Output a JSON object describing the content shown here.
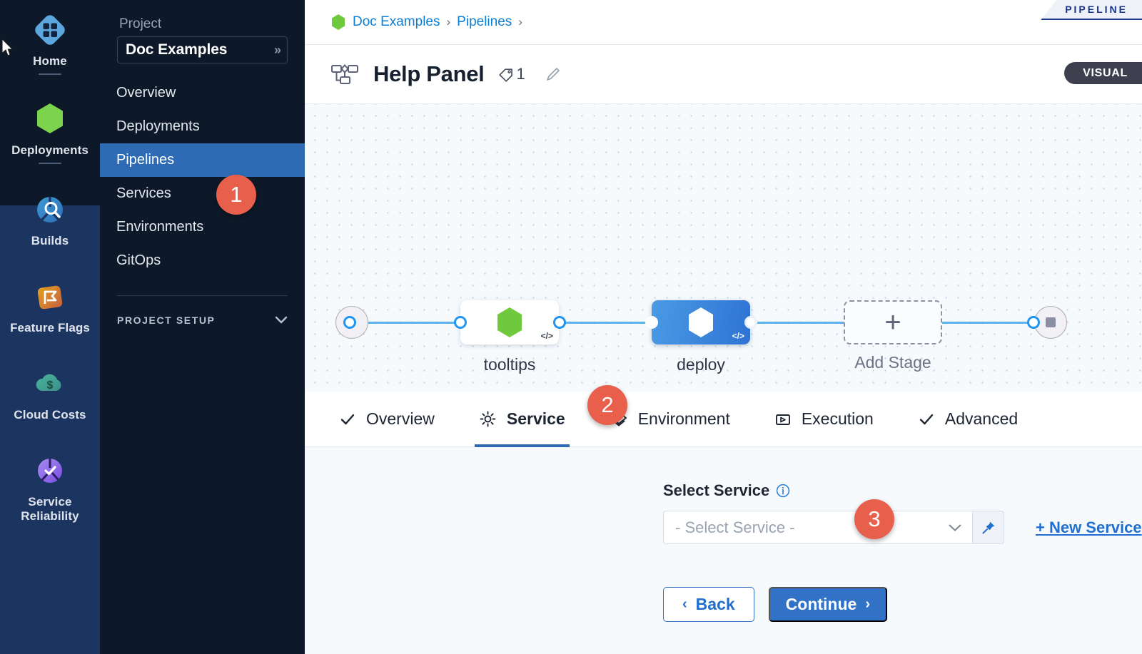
{
  "rail": {
    "items": [
      {
        "label": "Home",
        "icon": "home-diamond-icon",
        "underline": true
      },
      {
        "label": "Deployments",
        "icon": "deployments-hexagon-icon",
        "underline": true
      },
      {
        "label": "Builds",
        "icon": "builds-icon",
        "underline": false
      },
      {
        "label": "Feature Flags",
        "icon": "feature-flags-icon",
        "underline": false
      },
      {
        "label": "Cloud Costs",
        "icon": "cloud-costs-icon",
        "underline": false
      },
      {
        "label": "Service Reliability",
        "icon": "service-reliability-icon",
        "underline": false
      }
    ]
  },
  "project_nav": {
    "caption": "Project",
    "selected_project": "Doc Examples",
    "expand_icon": "»",
    "items": [
      {
        "label": "Overview",
        "active": false
      },
      {
        "label": "Deployments",
        "active": false
      },
      {
        "label": "Pipelines",
        "active": true
      },
      {
        "label": "Services",
        "active": false
      },
      {
        "label": "Environments",
        "active": false
      },
      {
        "label": "GitOps",
        "active": false
      }
    ],
    "setup_label": "PROJECT SETUP",
    "setup_chevron": "⌄"
  },
  "breadcrumb": {
    "items": [
      "Doc Examples",
      "Pipelines"
    ],
    "separator": "›",
    "trailing_separator": "›"
  },
  "top_tab": {
    "label": "PIPELINE"
  },
  "header": {
    "title": "Help Panel",
    "tag_count": "1",
    "mode_toggle": "VISUAL"
  },
  "canvas": {
    "nodes": [
      {
        "id": "start",
        "type": "start",
        "label": ""
      },
      {
        "id": "tooltips",
        "type": "stage",
        "label": "tooltips",
        "selected": false,
        "code_badge": "</>"
      },
      {
        "id": "deploy",
        "type": "stage",
        "label": "deploy",
        "selected": true,
        "code_badge": "</>"
      },
      {
        "id": "add",
        "type": "add",
        "label": "Add Stage",
        "plus": "+"
      },
      {
        "id": "end",
        "type": "end",
        "label": ""
      }
    ]
  },
  "step_tabs": [
    {
      "label": "Overview",
      "icon": "check-icon",
      "active": false
    },
    {
      "label": "Service",
      "icon": "gear-icon",
      "active": true
    },
    {
      "label": "Environment",
      "icon": "layers-diamond-icon",
      "active": false
    },
    {
      "label": "Execution",
      "icon": "play-box-icon",
      "active": false
    },
    {
      "label": "Advanced",
      "icon": "check-icon",
      "active": false
    }
  ],
  "form": {
    "field_label": "Select Service",
    "select_placeholder": "- Select Service -",
    "new_service_label": "+ New Service",
    "back_label": "Back",
    "back_chevron": "‹",
    "continue_label": "Continue",
    "continue_chevron": "›"
  },
  "callouts": [
    {
      "number": "1",
      "target": "pipelines-nav-item"
    },
    {
      "number": "2",
      "target": "service-tab"
    },
    {
      "number": "3",
      "target": "new-service-link"
    }
  ],
  "colors": {
    "accent_blue": "#2f6bb5",
    "link_blue": "#1e6fd0",
    "badge_orange": "#e8604c",
    "rail_dark": "#0d1928",
    "rail_navy": "#1c3460",
    "canvas_bg": "#f6fafd",
    "wire_blue": "#5cb3f0"
  }
}
